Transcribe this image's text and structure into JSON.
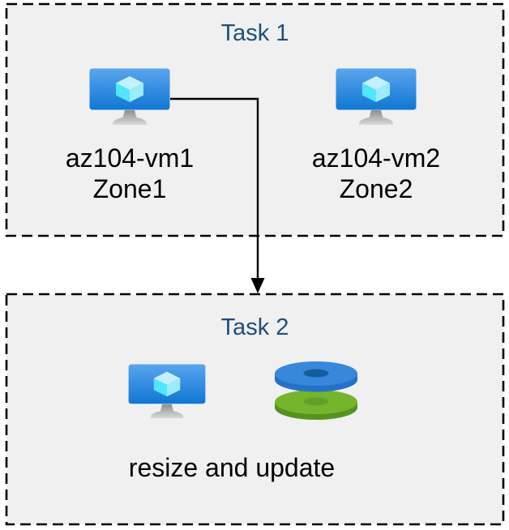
{
  "colors": {
    "page_bg": "#ffffff",
    "box_fill": "#f0f0f0",
    "box_border": "#000000",
    "title_text": "#1f4e79",
    "label_text": "#000000",
    "arrow": "#000000",
    "vm_screen_top": "#5aa5ee",
    "vm_screen_bottom": "#0f77d4",
    "cube_top": "#c3f1ff",
    "cube_left": "#50e6ff",
    "cube_right": "#9cebff",
    "stand_top": "#8f8f8f",
    "stand_bottom": "#d9d9d9",
    "disk_blue_top": "#3787da",
    "disk_blue_side": "#2472c8",
    "disk_blue_hole": "#145d9e",
    "disk_green_top": "#75b52e",
    "disk_green_side": "#55931d",
    "disk_green_hole": "#61a128"
  },
  "task1": {
    "title": "Task 1",
    "vms": [
      {
        "name": "az104-vm1",
        "zone": "Zone1",
        "icon": "virtual-machine-icon"
      },
      {
        "name": "az104-vm2",
        "zone": "Zone2",
        "icon": "virtual-machine-icon"
      }
    ]
  },
  "task2": {
    "title": "Task 2",
    "caption": "resize and update",
    "icons": [
      "virtual-machine-icon",
      "disks-icon"
    ]
  }
}
